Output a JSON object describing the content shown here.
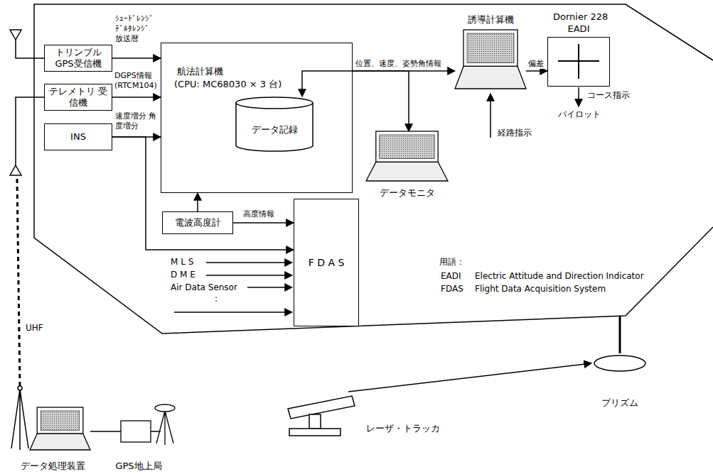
{
  "diagram": {
    "nodes": [
      {
        "text": [
          "Dornier 228"
        ]
      },
      {
        "text": [
          "トリンブル GPS受信機"
        ],
        "in": 0
      },
      {
        "text": [
          "テレメトリ 受信機"
        ],
        "in": 0
      },
      {
        "text": [
          "INS"
        ],
        "in": 0
      },
      {
        "text": [
          "航法計算機",
          "(CPU: MC68030 × 3 台)"
        ],
        "in": 0
      },
      {
        "text": [
          "データ記録"
        ],
        "in": 4
      },
      {
        "text": [
          "電波高度計"
        ],
        "in": 0
      },
      {
        "text": [
          "F D A S"
        ],
        "in": 0
      },
      {
        "text": [
          "データモニタ"
        ],
        "in": 0
      },
      {
        "text": [
          "誘導計算機"
        ],
        "in": 0
      },
      {
        "text": [
          "EADI"
        ],
        "in": 0
      },
      {
        "text": [
          "データ処理装置"
        ]
      },
      {
        "text": [
          "GPS地上局"
        ]
      },
      {
        "text": [
          "プリズム"
        ]
      },
      {
        "text": [
          "レーザ・トラッカ"
        ]
      }
    ],
    "edges": [
      {
        "from": 1,
        "to": 4,
        "arrow": "to",
        "label": "ｼｭｰﾄﾞﾚﾝｼﾞ ﾃﾞﾙﾀﾚﾝｼﾞ 放送暦"
      },
      {
        "from": 2,
        "to": 4,
        "arrow": "to",
        "label": "DGPS情報 (RTCM104)"
      },
      {
        "from": 3,
        "to": 4,
        "arrow": "to",
        "label": "速度増分 角度増分"
      },
      {
        "from": 3,
        "to": 7,
        "arrow": "to"
      },
      {
        "from": 6,
        "to": 4,
        "arrow": "to"
      },
      {
        "from": 6,
        "to": 7,
        "arrow": "to",
        "label": "高度情報"
      },
      {
        "from": 4,
        "to": 5,
        "arrow": "to"
      },
      {
        "from": 4,
        "to": 9,
        "arrow": "to",
        "label": "位置、速度、姿勢角情報"
      },
      {
        "from": 4,
        "to": 8,
        "arrow": "to"
      },
      {
        "from": 9,
        "to": 10,
        "arrow": "to",
        "label": "偏差"
      },
      {
        "from": 14,
        "to": 13,
        "arrow": "to"
      }
    ],
    "labels": [
      "M L S",
      "D M E",
      "Air Data Sensor",
      ":",
      "コース指示",
      "パイロット",
      "経路指示",
      "用語：",
      "EADI",
      "Electric Attitude and Direction Indicator",
      "FDAS",
      "Flight Data Acquisition System",
      "UHF"
    ]
  }
}
